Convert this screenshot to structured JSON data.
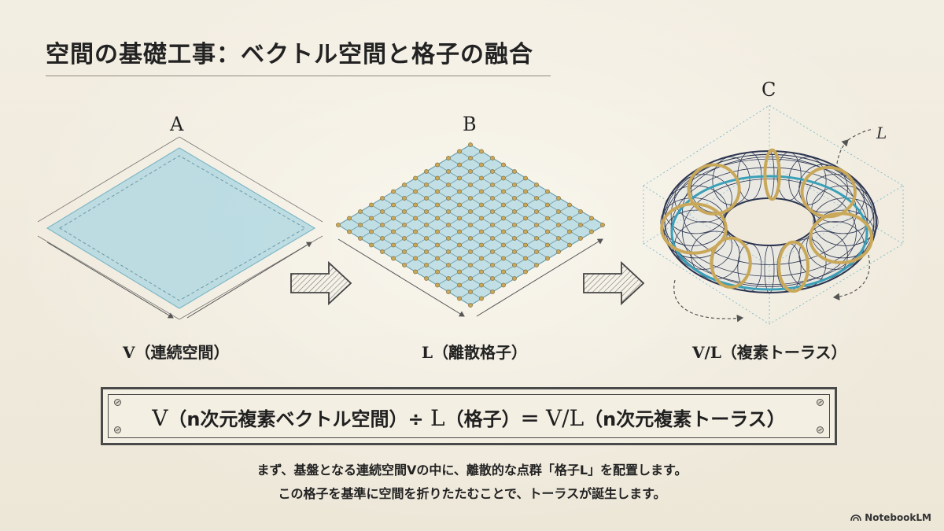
{
  "title": "空間の基礎工事：ベクトル空間と格子の融合",
  "figures": [
    {
      "letter": "A",
      "caption": "V（連続空間）"
    },
    {
      "letter": "B",
      "caption": "L（離散格子）"
    },
    {
      "letter": "C",
      "caption": "V/L（複素トーラス）",
      "annotation": "L"
    }
  ],
  "formula": {
    "v": "V",
    "v_desc": "（n次元複素ベクトル空間）÷",
    "l": "L",
    "l_desc": "（格子）＝",
    "vl": "V/L",
    "vl_desc": "（n次元複素トーラス）"
  },
  "description": [
    "まず、基盤となる連続空間Vの中に、離散的な点群「格子L」を配置します。",
    "この格子を基準に空間を折りたたむことで、トーラスが誕生します。"
  ],
  "brand": "NotebookLM",
  "colors": {
    "paper": "#f1ece0",
    "plane_fill": "#a9d6e2",
    "lattice_point": "#c9a85a",
    "torus_wire": "#2c3550",
    "torus_ring": "#3aa0b8",
    "torus_band": "#c9a85a"
  }
}
